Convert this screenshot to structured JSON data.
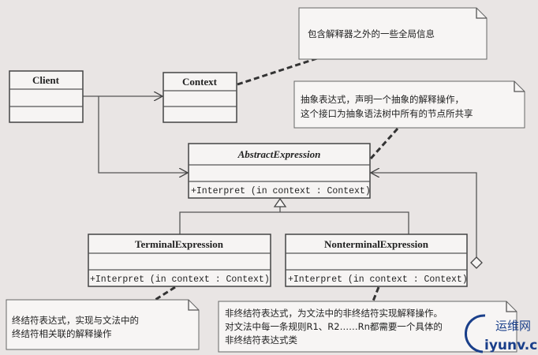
{
  "classes": {
    "client": {
      "name": "Client"
    },
    "context": {
      "name": "Context"
    },
    "abstract": {
      "name": "AbstractExpression",
      "method": "+Interpret (in context  : Context)"
    },
    "terminal": {
      "name": "TerminalExpression",
      "method": "+Interpret (in context  : Context)"
    },
    "nonterminal": {
      "name": "NonterminalExpression",
      "method": "+Interpret (in context  : Context)"
    }
  },
  "notes": {
    "context": [
      "包含解释器之外的一些全局信息"
    ],
    "abstract": [
      "抽象表达式，声明一个抽象的解释操作，",
      "这个接口为抽象语法树中所有的节点所共享"
    ],
    "terminal": [
      "终结符表达式，实现与文法中的",
      "终结符相关联的解释操作"
    ],
    "nonterminal": [
      "非终结符表达式，为文法中的非终结符实现解释操作。",
      "对文法中每一条规则R1、R2……Rn都需要一个具体的",
      "非终结符表达式类"
    ]
  },
  "watermark": {
    "cn": "运维网",
    "url": "iyunv.com"
  }
}
